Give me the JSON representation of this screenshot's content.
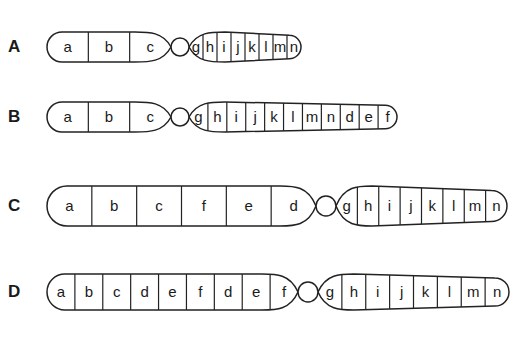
{
  "diagram": {
    "nodes": [
      {
        "text": [
          "a",
          "b",
          "c",
          "g",
          "h",
          "i",
          "j",
          "k",
          "l",
          "m",
          "n"
        ]
      },
      {
        "text": [
          "a",
          "b",
          "c",
          "g",
          "h",
          "i",
          "j",
          "k",
          "l",
          "m",
          "n",
          "d",
          "e",
          "f"
        ]
      },
      {
        "text": [
          "a",
          "b",
          "c",
          "f",
          "e",
          "d",
          "g",
          "h",
          "i",
          "j",
          "k",
          "l",
          "m",
          "n"
        ]
      },
      {
        "text": [
          "a",
          "b",
          "c",
          "d",
          "e",
          "f",
          "d",
          "e",
          "f",
          "g",
          "h",
          "i",
          "j",
          "k",
          "l",
          "m",
          "n"
        ]
      }
    ],
    "labels": [
      "A",
      "B",
      "C",
      "D"
    ]
  }
}
